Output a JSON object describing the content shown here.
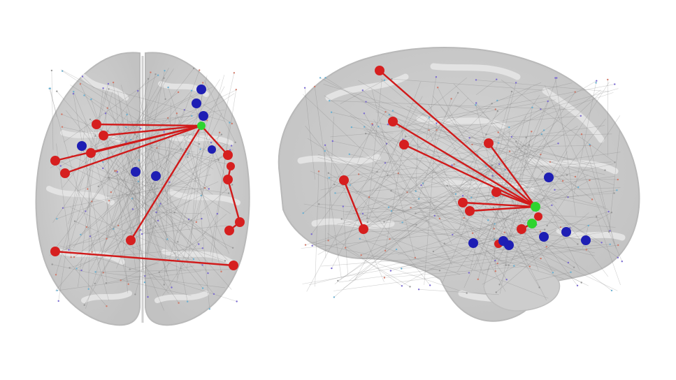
{
  "figure": {
    "views": [
      {
        "id": "axial",
        "connections": [
          {
            "from": "axial-hub",
            "to": "axial-r1"
          },
          {
            "from": "axial-hub",
            "to": "axial-r2"
          },
          {
            "from": "axial-hub",
            "to": "axial-r3"
          },
          {
            "from": "axial-hub",
            "to": "axial-r4"
          },
          {
            "from": "axial-hub",
            "to": "axial-r5"
          },
          {
            "from": "axial-hub",
            "to": "axial-r6"
          },
          {
            "from": "axial-hub",
            "to": "axial-r7"
          },
          {
            "from": "axial-r8",
            "to": "axial-r9"
          },
          {
            "from": "axial-r9",
            "to": "axial-r10"
          },
          {
            "from": "axial-r10",
            "to": "axial-r11"
          },
          {
            "from": "axial-r12",
            "to": "axial-r13"
          }
        ]
      },
      {
        "id": "sagittal",
        "connections": [
          {
            "from": "sag-g1",
            "to": "sag-r1"
          },
          {
            "from": "sag-g1",
            "to": "sag-r2"
          },
          {
            "from": "sag-g1",
            "to": "sag-r3"
          },
          {
            "from": "sag-g1",
            "to": "sag-r4"
          },
          {
            "from": "sag-g1",
            "to": "sag-r5"
          },
          {
            "from": "sag-g1",
            "to": "sag-r6"
          },
          {
            "from": "sag-g1",
            "to": "sag-r7"
          },
          {
            "from": "sag-g2",
            "to": "sag-r8"
          },
          {
            "from": "sag-r9",
            "to": "sag-r10"
          }
        ]
      }
    ],
    "node_colors": {
      "red": "#d61f1f",
      "blue": "#1e1eb4",
      "green": "#2fd42f"
    },
    "edge_color": "#d11a1a",
    "background_edge_color": "#7a7a7a"
  }
}
